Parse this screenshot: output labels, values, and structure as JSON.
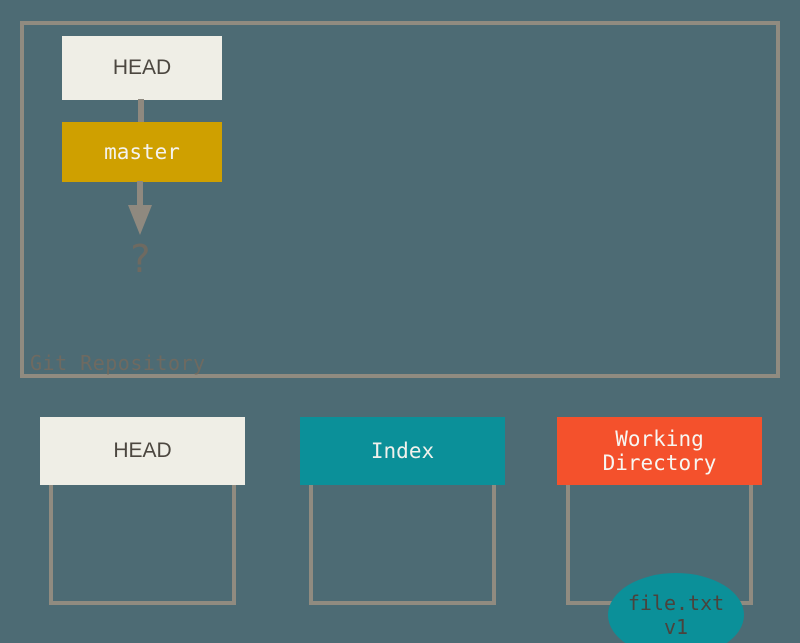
{
  "diagram": {
    "background_color": "#4d6b74",
    "border_color": "#908b80",
    "repository": {
      "label": "Git Repository",
      "head_label": "HEAD",
      "branch_label": "master",
      "unknown_commit_label": "?",
      "head_box_color": "#efeee6",
      "branch_box_color": "#cfa000"
    },
    "areas": [
      {
        "name": "head",
        "label": "HEAD",
        "header_color": "#efeee6",
        "text_color": "#4c4740",
        "contents": []
      },
      {
        "name": "index",
        "label": "Index",
        "header_color": "#0b9099",
        "text_color": "#f2f1ec",
        "contents": []
      },
      {
        "name": "working-directory",
        "label": "Working\nDirectory",
        "header_color": "#f4512c",
        "text_color": "#f7f6f2",
        "contents": [
          {
            "file": "file.txt",
            "version": "v1",
            "blob_label": "file.txt\nv1",
            "blob_color": "#0b9099"
          }
        ]
      }
    ]
  }
}
